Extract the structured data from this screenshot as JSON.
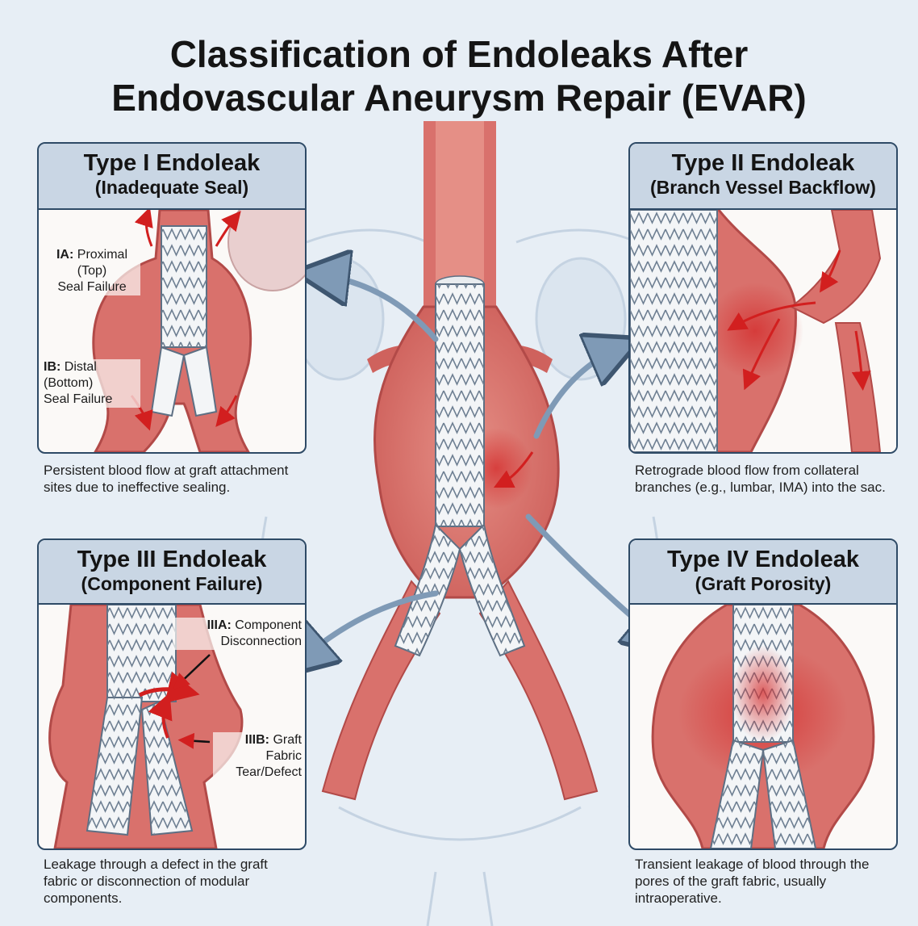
{
  "title": {
    "line1": "Classification of Endoleaks After",
    "line2": "Endovascular Aneurysm Repair (EVAR)"
  },
  "panels": {
    "type1": {
      "title": "Type I Endoleak",
      "subtitle": "(Inadequate Seal)",
      "label_a_code": "IA:",
      "label_a_text": "Proximal",
      "label_a_line2": "(Top)",
      "label_a_line3": "Seal Failure",
      "label_b_code": "IB:",
      "label_b_text": "Distal",
      "label_b_line2": "(Bottom)",
      "label_b_line3": "Seal Failure",
      "description": "Persistent blood flow at graft attachment sites due to ineffective sealing."
    },
    "type2": {
      "title": "Type II Endoleak",
      "subtitle": "(Branch Vessel Backflow)",
      "description": "Retrograde blood flow from collateral branches (e.g., lumbar, IMA) into the sac."
    },
    "type3": {
      "title": "Type III Endoleak",
      "subtitle": "(Component Failure)",
      "label_a_code": "IIIA:",
      "label_a_text": "Component",
      "label_a_line2": "Disconnection",
      "label_b_code": "IIIB:",
      "label_b_text": "Graft",
      "label_b_line2": "Fabric",
      "label_b_line3": "Tear/Defect",
      "description": "Leakage through a defect in the graft fabric or disconnection of modular components."
    },
    "type4": {
      "title": "Type IV Endoleak",
      "subtitle": "(Graft Porosity)",
      "description": "Transient leakage of blood through the pores of the graft fabric, usually intraoperative."
    }
  },
  "colors": {
    "background": "#e7eef5",
    "panel_border": "#2e4a66",
    "header_fill": "#c9d6e4",
    "vessel": "#d9716c",
    "vessel_dark": "#b24a48",
    "stent": "#f3f5f7",
    "leak_arrow": "#d21f1f",
    "pointer_arrow": "#7f9ab6"
  }
}
